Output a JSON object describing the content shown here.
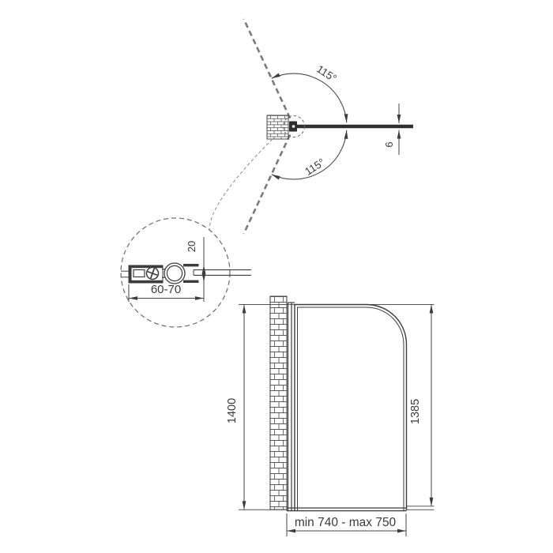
{
  "views": {
    "plan": {
      "angle_top": "115°",
      "angle_bottom": "115°",
      "glass_thickness": "6"
    },
    "detail": {
      "profile_height": "20",
      "wall_to_hinge": "60-70"
    },
    "front": {
      "height_total": "1400",
      "height_glass": "1385",
      "width_range": "min 740 - max 750"
    }
  },
  "colors": {
    "line": "#3c3c3c",
    "dash_line": "#7a7a7a",
    "text": "#3a3a3a",
    "background": "#ffffff"
  }
}
